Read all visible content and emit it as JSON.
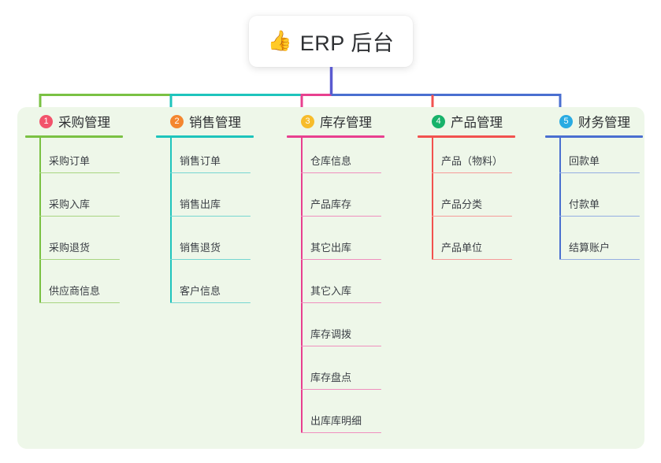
{
  "title": {
    "icon": "thumbs-up-icon",
    "emoji": "👍",
    "text": "ERP 后台"
  },
  "theme": {
    "panel_background": "#eef7e9",
    "page_background": "#ffffff",
    "title_stem": "#5a5ad0",
    "text": "#2e3033"
  },
  "columns": [
    {
      "number": "1",
      "title": "采购管理",
      "badge_color": "#f2536b",
      "line_color": "#7ac143",
      "leaf_line_color": "#a8d581",
      "items": [
        {
          "label": "采购订单"
        },
        {
          "label": "采购入库"
        },
        {
          "label": "采购退货"
        },
        {
          "label": "供应商信息"
        }
      ]
    },
    {
      "number": "2",
      "title": "销售管理",
      "badge_color": "#f4862f",
      "line_color": "#1ec4bc",
      "leaf_line_color": "#76d6d1",
      "items": [
        {
          "label": "销售订单"
        },
        {
          "label": "销售出库"
        },
        {
          "label": "销售退货"
        },
        {
          "label": "客户信息"
        }
      ]
    },
    {
      "number": "3",
      "title": "库存管理",
      "badge_color": "#f7bc2b",
      "line_color": "#e8408f",
      "leaf_line_color": "#ef8fbe",
      "items": [
        {
          "label": "仓库信息"
        },
        {
          "label": "产品库存"
        },
        {
          "label": "其它出库"
        },
        {
          "label": "其它入库"
        },
        {
          "label": "库存调拨"
        },
        {
          "label": "库存盘点"
        },
        {
          "label": "出库库明细"
        }
      ]
    },
    {
      "number": "4",
      "title": "产品管理",
      "badge_color": "#17b26a",
      "line_color": "#f2524f",
      "leaf_line_color": "#f69b99",
      "items": [
        {
          "label": "产品（物料）"
        },
        {
          "label": "产品分类"
        },
        {
          "label": "产品单位"
        }
      ]
    },
    {
      "number": "5",
      "title": "财务管理",
      "badge_color": "#29abe2",
      "line_color": "#4a6fd0",
      "leaf_line_color": "#94aee2",
      "items": [
        {
          "label": "回款单"
        },
        {
          "label": "付款单"
        },
        {
          "label": "结算账户"
        }
      ]
    }
  ]
}
